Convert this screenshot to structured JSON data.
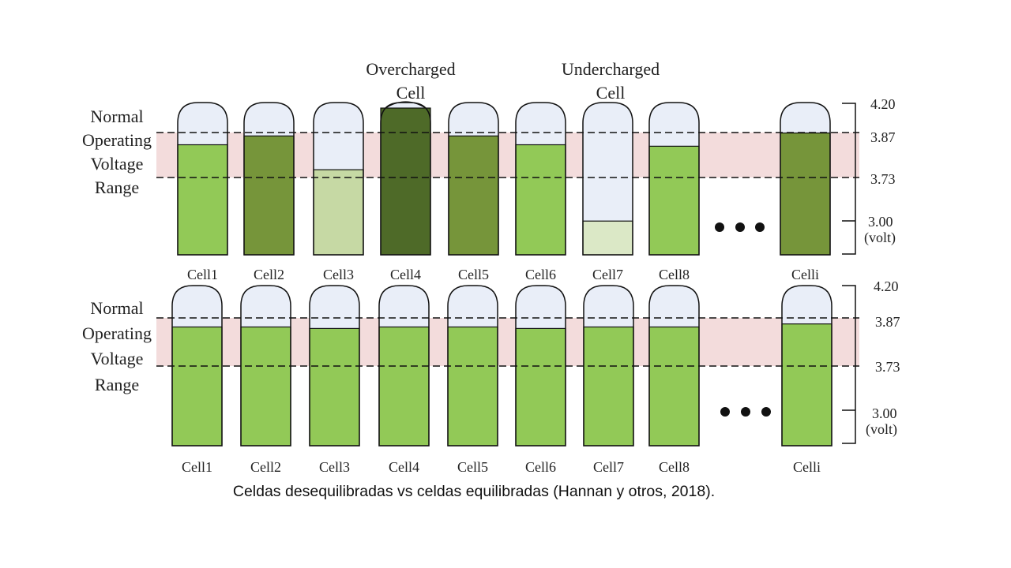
{
  "band_label": [
    "Normal",
    "Operating",
    "Voltage",
    "Range"
  ],
  "dots": "• • •",
  "scale": {
    "top": "4.20",
    "band_high": "3.87",
    "band_low": "3.73",
    "bottom": "3.00",
    "unit": "(volt)"
  },
  "annotations": {
    "overcharged": [
      "Overcharged",
      "Cell"
    ],
    "undercharged": [
      "Undercharged",
      "Cell"
    ]
  },
  "caption": "Celdas desequilibradas vs celdas equilibradas (Hannan y otros, 2018).",
  "colors": {
    "band": "#f3dcdc",
    "cell_empty": "#e9eef8",
    "green_bright": "#92c957",
    "green_mid": "#76953a",
    "green_light": "#c6d9a4",
    "green_dark": "#4e6a28",
    "green_pale": "#dbe8c6"
  },
  "unbalanced": {
    "cells": [
      {
        "label": "Cell1",
        "level": 0.75,
        "color": "green_bright"
      },
      {
        "label": "Cell2",
        "level": 0.81,
        "color": "green_mid"
      },
      {
        "label": "Cell3",
        "level": 0.58,
        "color": "green_light"
      },
      {
        "label": "Cell4",
        "level": 1.0,
        "color": "green_dark"
      },
      {
        "label": "Cell5",
        "level": 0.81,
        "color": "green_mid"
      },
      {
        "label": "Cell6",
        "level": 0.75,
        "color": "green_bright"
      },
      {
        "label": "Cell7",
        "level": 0.23,
        "color": "green_pale"
      },
      {
        "label": "Cell8",
        "level": 0.74,
        "color": "green_bright"
      },
      {
        "label": "Celli",
        "level": 0.83,
        "color": "green_mid"
      }
    ]
  },
  "balanced": {
    "cells": [
      {
        "label": "Cell1",
        "level": 0.78,
        "color": "green_bright"
      },
      {
        "label": "Cell2",
        "level": 0.78,
        "color": "green_bright"
      },
      {
        "label": "Cell3",
        "level": 0.77,
        "color": "green_bright"
      },
      {
        "label": "Cell4",
        "level": 0.78,
        "color": "green_bright"
      },
      {
        "label": "Cell5",
        "level": 0.78,
        "color": "green_bright"
      },
      {
        "label": "Cell6",
        "level": 0.77,
        "color": "green_bright"
      },
      {
        "label": "Cell7",
        "level": 0.78,
        "color": "green_bright"
      },
      {
        "label": "Cell8",
        "level": 0.78,
        "color": "green_bright"
      },
      {
        "label": "Celli",
        "level": 0.8,
        "color": "green_bright"
      }
    ]
  }
}
